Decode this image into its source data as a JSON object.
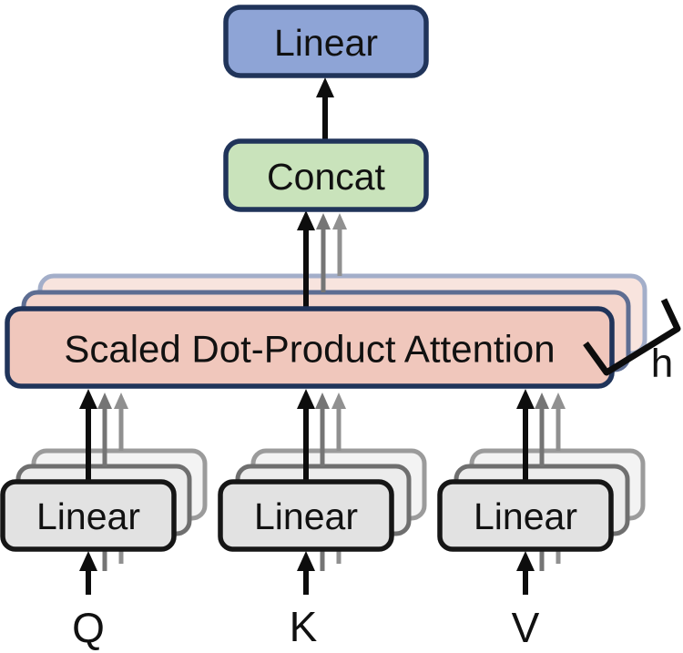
{
  "diagram": {
    "output_projection": {
      "label": "Linear"
    },
    "concat": {
      "label": "Concat"
    },
    "attention": {
      "label": "Scaled Dot-Product Attention"
    },
    "head_count_label": "h",
    "projections": [
      {
        "label": "Linear",
        "input": "Q"
      },
      {
        "label": "Linear",
        "input": "K"
      },
      {
        "label": "Linear",
        "input": "V"
      }
    ],
    "colors": {
      "output_linear_fill": "#8ea4d6",
      "concat_fill": "#c9e3bb",
      "attention_fill": "#f0c7bc",
      "attention_fill_mid": "#f4d5cc",
      "attention_fill_back": "#f8e4de",
      "navy_border": "#20345a",
      "navy_border_mid": "#5d6d92",
      "navy_border_back": "#a3aec9",
      "linear_fill": "#e2e2e2",
      "linear_fill_mid": "#ececec",
      "linear_fill_back": "#f3f3f3",
      "linear_border": "#161616",
      "linear_border_mid": "#6f6f6f",
      "linear_border_back": "#9b9b9b",
      "arrow_black": "#0d0d0d",
      "arrow_gray": "#757575",
      "arrow_gray_light": "#909090"
    }
  }
}
